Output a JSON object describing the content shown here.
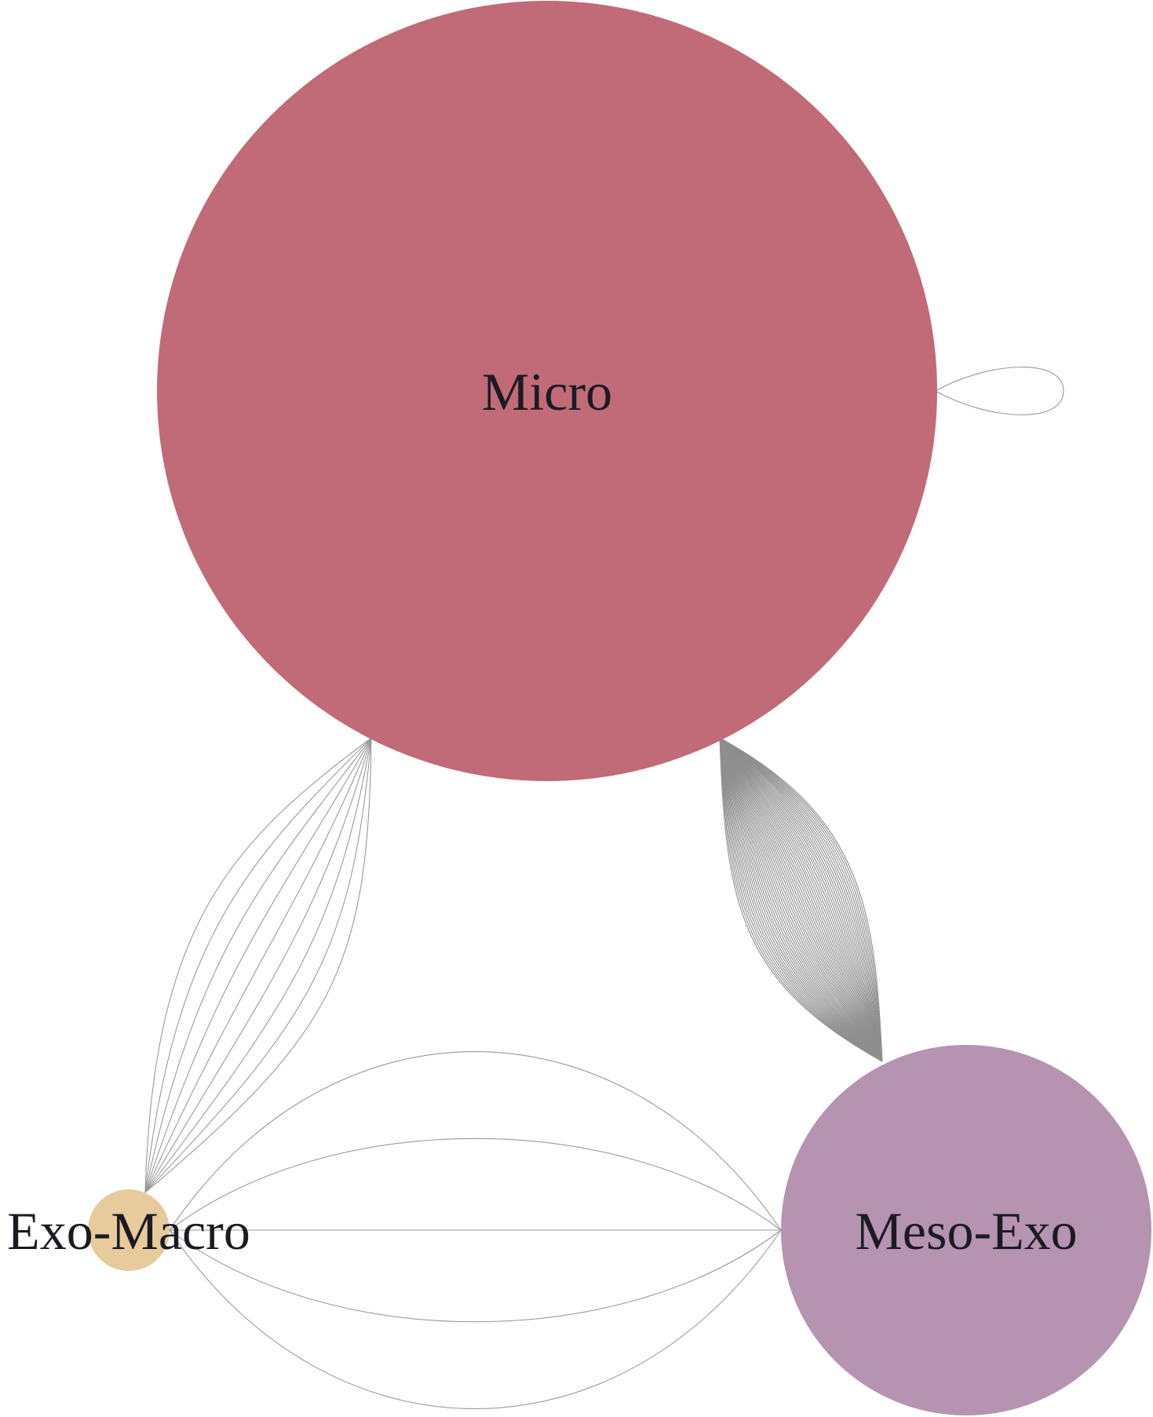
{
  "nodes": [
    {
      "id": "micro",
      "label": "Micro",
      "color": "#c06b77"
    },
    {
      "id": "meso-exo",
      "label": "Meso-Exo",
      "color": "#b693b0"
    },
    {
      "id": "exo-macro",
      "label": "Exo-Macro",
      "color": "#e8cb9c"
    }
  ],
  "edges": [
    {
      "source": "micro",
      "target": "micro",
      "count": 1
    },
    {
      "source": "micro",
      "target": "exo-macro",
      "count": 9
    },
    {
      "source": "micro",
      "target": "meso-exo",
      "count": 60
    },
    {
      "source": "exo-macro",
      "target": "meso-exo",
      "count": 5
    }
  ],
  "colors": {
    "edge": "#9a9a9a",
    "label": "#1b1b24"
  }
}
